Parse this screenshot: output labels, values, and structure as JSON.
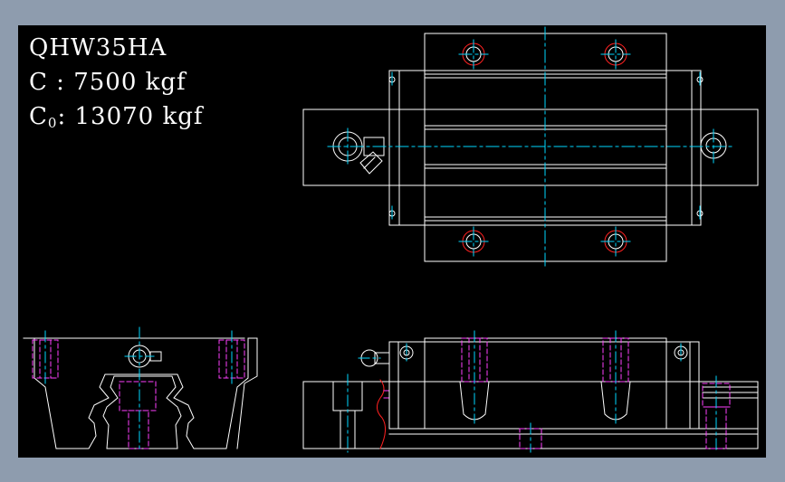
{
  "specs": {
    "model": "QHW35HA",
    "dynamic_label": "C",
    "dynamic_sep": " : ",
    "dynamic_value": "7500 kgf",
    "static_label": "C",
    "static_sub": "0",
    "static_sep": ": ",
    "static_value": "13070 kgf"
  },
  "colors": {
    "background": "#8e9cae",
    "canvas": "#000000",
    "outline": "#ffffff",
    "centerline": "#00d8ff",
    "hidden": "#ff40ff",
    "hole": "#ff2020"
  }
}
